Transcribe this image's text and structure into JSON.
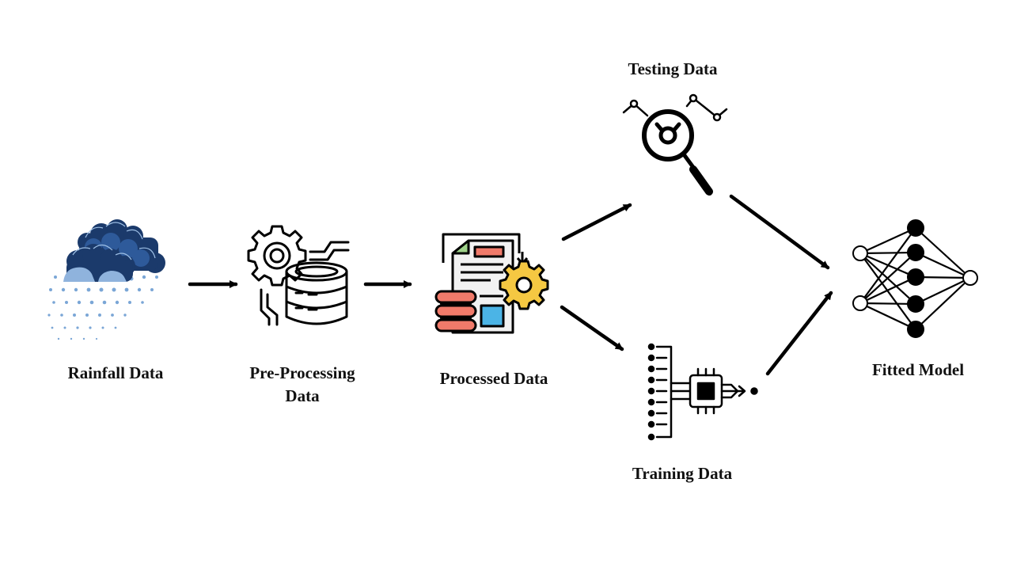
{
  "nodes": {
    "rainfall": {
      "label": "Rainfall Data",
      "icon": "rain-cloud-icon"
    },
    "preprocessing": {
      "label_line1": "Pre-Processing",
      "label_line2": "Data",
      "icon": "gear-database-icon"
    },
    "processed": {
      "label": "Processed Data",
      "icon": "document-gear-database-icon"
    },
    "testing": {
      "label": "Testing Data",
      "icon": "magnifier-chart-icon"
    },
    "training": {
      "label": "Training Data",
      "icon": "chip-inputs-icon"
    },
    "fitted": {
      "label": "Fitted Model",
      "icon": "neural-network-icon"
    }
  },
  "edges": [
    {
      "from": "Rainfall Data",
      "to": "Pre-Processing Data"
    },
    {
      "from": "Pre-Processing Data",
      "to": "Processed Data"
    },
    {
      "from": "Processed Data",
      "to": "Testing Data"
    },
    {
      "from": "Processed Data",
      "to": "Training Data"
    },
    {
      "from": "Testing Data",
      "to": "Fitted Model"
    },
    {
      "from": "Training Data",
      "to": "Fitted Model"
    }
  ],
  "colors": {
    "line": "#000000",
    "cloud_dark": "#1b3a6b",
    "cloud_mid": "#2e5a9a",
    "cloud_light": "#8fb3dd",
    "rain": "#7aa6d6",
    "doc_red": "#f07a6a",
    "doc_green": "#9fd38a",
    "doc_blue": "#4bb4e6",
    "gear_yellow": "#f5c842",
    "paper": "#f2f2f2"
  }
}
